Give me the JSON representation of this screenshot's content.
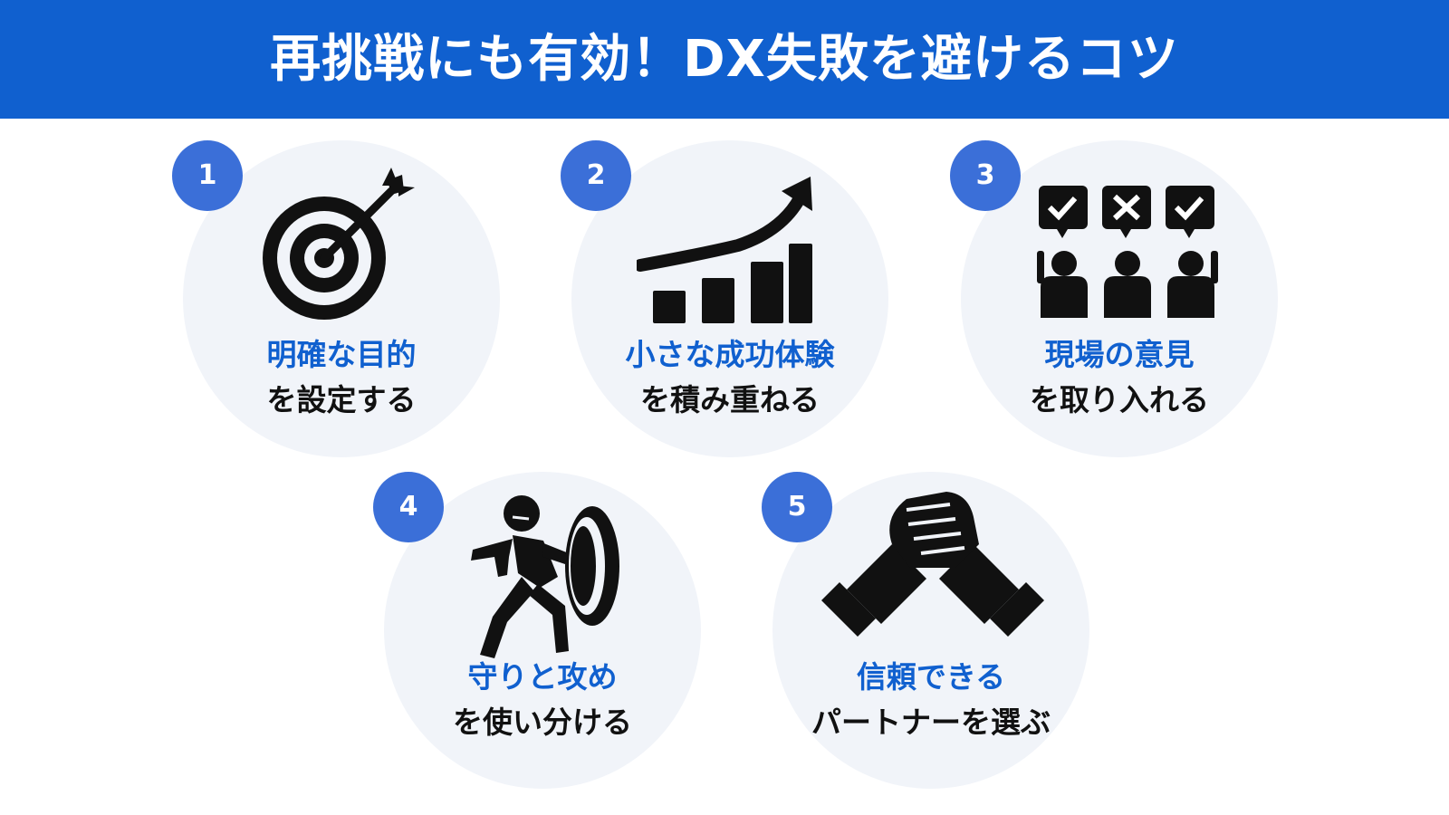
{
  "header": {
    "title": "再挑戦にも有効！DX失敗を避けるコツ"
  },
  "items": [
    {
      "number": "1",
      "line1": "明確な目的",
      "line2": "を設定する",
      "icon": "target-icon"
    },
    {
      "number": "2",
      "line1": "小さな成功体験",
      "line2": "を積み重ねる",
      "icon": "growth-chart-icon"
    },
    {
      "number": "3",
      "line1": "現場の意見",
      "line2": "を取り入れる",
      "icon": "team-feedback-icon"
    },
    {
      "number": "4",
      "line1": "守りと攻め",
      "line2": "を使い分ける",
      "icon": "shield-person-icon"
    },
    {
      "number": "5",
      "line1": "信頼できる",
      "line2": "パートナーを選ぶ",
      "icon": "handshake-icon"
    }
  ],
  "colors": {
    "header": "#1060cf",
    "badge": "#3b6fd8",
    "circle": "#f1f4f9",
    "accent_text": "#1060cf",
    "text": "#111111"
  }
}
